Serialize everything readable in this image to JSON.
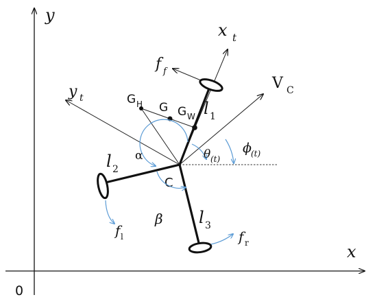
{
  "axes": {
    "y_label": "y",
    "x_label": "x",
    "origin_label": "0"
  },
  "frame": {
    "xt_main": "x",
    "xt_sub": "t",
    "yt_main": "y",
    "yt_sub": "t"
  },
  "velocity": {
    "main": "V",
    "sub": "C"
  },
  "forces": {
    "ff_main": "f",
    "ff_sub": "f",
    "fl_main": "f",
    "fl_sub": "l",
    "fr_main": "f",
    "fr_sub": "r"
  },
  "points": {
    "gh_main": "G",
    "gh_sub": "H",
    "g": "G",
    "gw_main": "G",
    "gw_sub": "W",
    "c": "C"
  },
  "links": {
    "l1_main": "l",
    "l1_sub": "1",
    "l2_main": "l",
    "l2_sub": "2",
    "l3_main": "l",
    "l3_sub": "3"
  },
  "angles": {
    "alpha": "α",
    "beta": "β",
    "theta_main": "θ",
    "theta_sub": "(t)",
    "phi_main": "ϕ",
    "phi_sub": "(t)"
  },
  "colors": {
    "arc_blue": "#5b9bd5",
    "ink": "#111111"
  }
}
